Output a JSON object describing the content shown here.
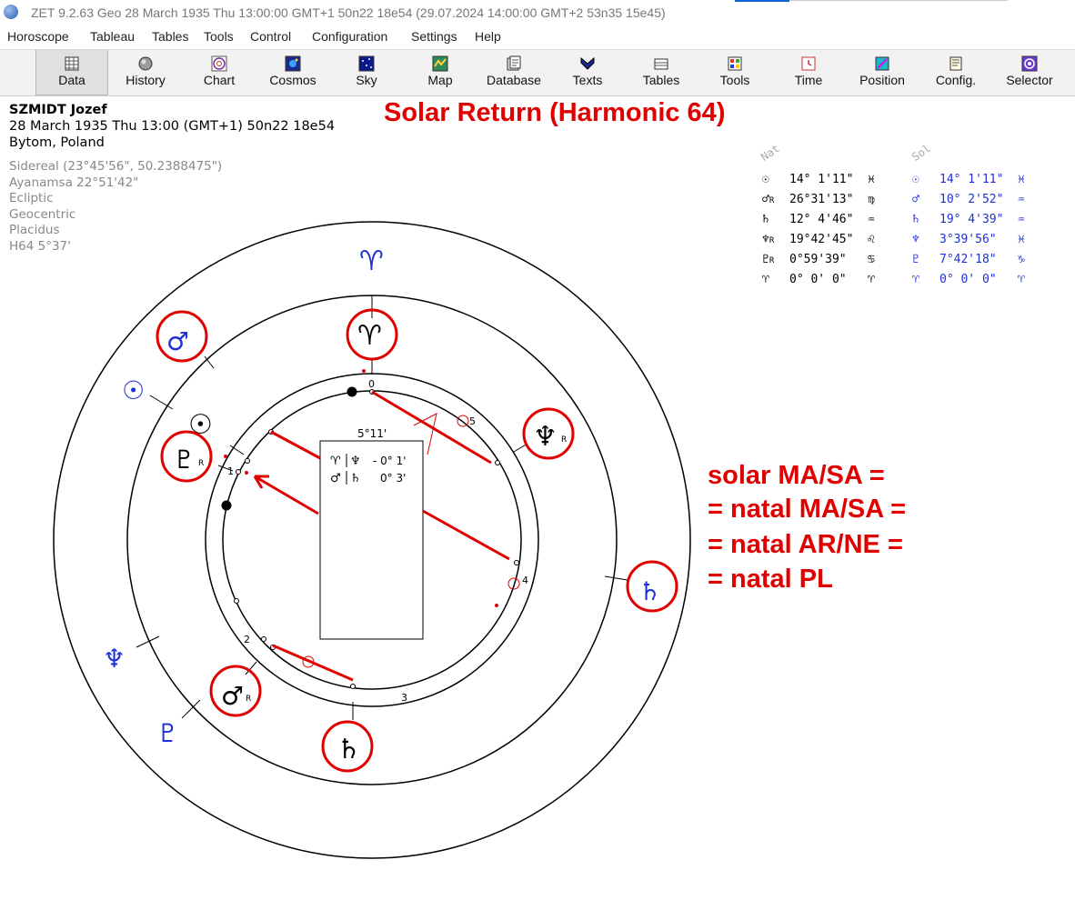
{
  "window": {
    "title": "ZET 9.2.63 Geo   28 March 1935  Thu  13:00:00 GMT+1 50n22  18e54  (29.07.2024  14:00:00 GMT+2 53n35 15e45)"
  },
  "menu": [
    "Horoscope",
    "Tableau",
    "Tables",
    "Tools",
    "Control",
    "Configuration",
    "Settings",
    "Help"
  ],
  "toolbar": [
    {
      "label": "Data",
      "icon": "data-grid-icon",
      "active": true
    },
    {
      "label": "History",
      "icon": "history-icon"
    },
    {
      "label": "Chart",
      "icon": "chart-wheel-icon"
    },
    {
      "label": "Cosmos",
      "icon": "cosmos-icon"
    },
    {
      "label": "Sky",
      "icon": "sky-icon"
    },
    {
      "label": "Map",
      "icon": "map-icon"
    },
    {
      "label": "Database",
      "icon": "database-icon"
    },
    {
      "label": "Texts",
      "icon": "texts-icon"
    },
    {
      "label": "Tables",
      "icon": "tables-icon"
    },
    {
      "label": "Tools",
      "icon": "tools-icon"
    },
    {
      "label": "Time",
      "icon": "time-icon"
    },
    {
      "label": "Position",
      "icon": "position-icon"
    },
    {
      "label": "Config.",
      "icon": "config-icon"
    },
    {
      "label": "Selector",
      "icon": "selector-icon"
    }
  ],
  "chart_info": {
    "name": "SZMIDT Jozef",
    "datetime": "28 March 1935  Thu  13:00 (GMT+1) 50n22  18e54",
    "place": "Bytom, Poland",
    "settings": [
      "Sidereal (23°45'56\", 50.2388475\")",
      "Ayanamsa 22°51'42\"",
      "Ecliptic",
      "Geocentric",
      "Placidus",
      "H64   5°37'"
    ]
  },
  "headline": "Solar Return (Harmonic 64)",
  "annotation": [
    "solar MA/SA =",
    "= natal MA/SA =",
    "= natal AR/NE =",
    "= natal PL"
  ],
  "positions": {
    "natal_header": "Nat",
    "solar_header": "Sol",
    "natal": [
      {
        "sym": "☉",
        "r": "",
        "pos": "14° 1'11\"",
        "sign": "♓"
      },
      {
        "sym": "♂",
        "r": "R",
        "pos": "26°31'13\"",
        "sign": "♍"
      },
      {
        "sym": "♄",
        "r": "",
        "pos": "12° 4'46\"",
        "sign": "♒"
      },
      {
        "sym": "♆",
        "r": "R",
        "pos": "19°42'45\"",
        "sign": "♌"
      },
      {
        "sym": "♇",
        "r": "R",
        "pos": " 0°59'39\"",
        "sign": "♋"
      },
      {
        "sym": "♈",
        "r": "",
        "pos": " 0° 0' 0\"",
        "sign": "♈"
      }
    ],
    "solar": [
      {
        "sym": "☉",
        "pos": "14° 1'11\"",
        "sign": "♓"
      },
      {
        "sym": "♂",
        "pos": "10° 2'52\"",
        "sign": "♒"
      },
      {
        "sym": "♄",
        "pos": "19° 4'39\"",
        "sign": "♒"
      },
      {
        "sym": "♆",
        "pos": " 3°39'56\"",
        "sign": "♓"
      },
      {
        "sym": "♇",
        "pos": " 7°42'18\"",
        "sign": "♑"
      },
      {
        "sym": "♈",
        "pos": " 0° 0' 0\"",
        "sign": "♈"
      }
    ]
  },
  "wheel": {
    "orb_label": "5°11'",
    "midpoint_box": [
      {
        "a": "♈",
        "b": "♆",
        "val": "- 0° 1'"
      },
      {
        "a": "♂",
        "b": "♄",
        "val": "0° 3'"
      }
    ],
    "house_numbers": [
      "0",
      "5",
      "4",
      "3",
      "2",
      "1"
    ],
    "natal_planets": [
      {
        "name": "aries-point",
        "glyph": "♈"
      },
      {
        "name": "sun",
        "glyph": "☉"
      },
      {
        "name": "pluto",
        "glyph": "♇",
        "retro": "R"
      },
      {
        "name": "neptune",
        "glyph": "♆",
        "retro": "R"
      },
      {
        "name": "mars",
        "glyph": "♂",
        "retro": "R"
      },
      {
        "name": "saturn",
        "glyph": "♄"
      }
    ],
    "solar_planets": [
      {
        "name": "aries-point",
        "glyph": "♈"
      },
      {
        "name": "mars",
        "glyph": "♂"
      },
      {
        "name": "sun",
        "glyph": "☉"
      },
      {
        "name": "saturn",
        "glyph": "♄"
      },
      {
        "name": "neptune",
        "glyph": "♆"
      },
      {
        "name": "pluto",
        "glyph": "♇"
      }
    ],
    "colors": {
      "natal": "#000000",
      "solar": "#1f2fd6",
      "highlight": "#e00000"
    }
  }
}
